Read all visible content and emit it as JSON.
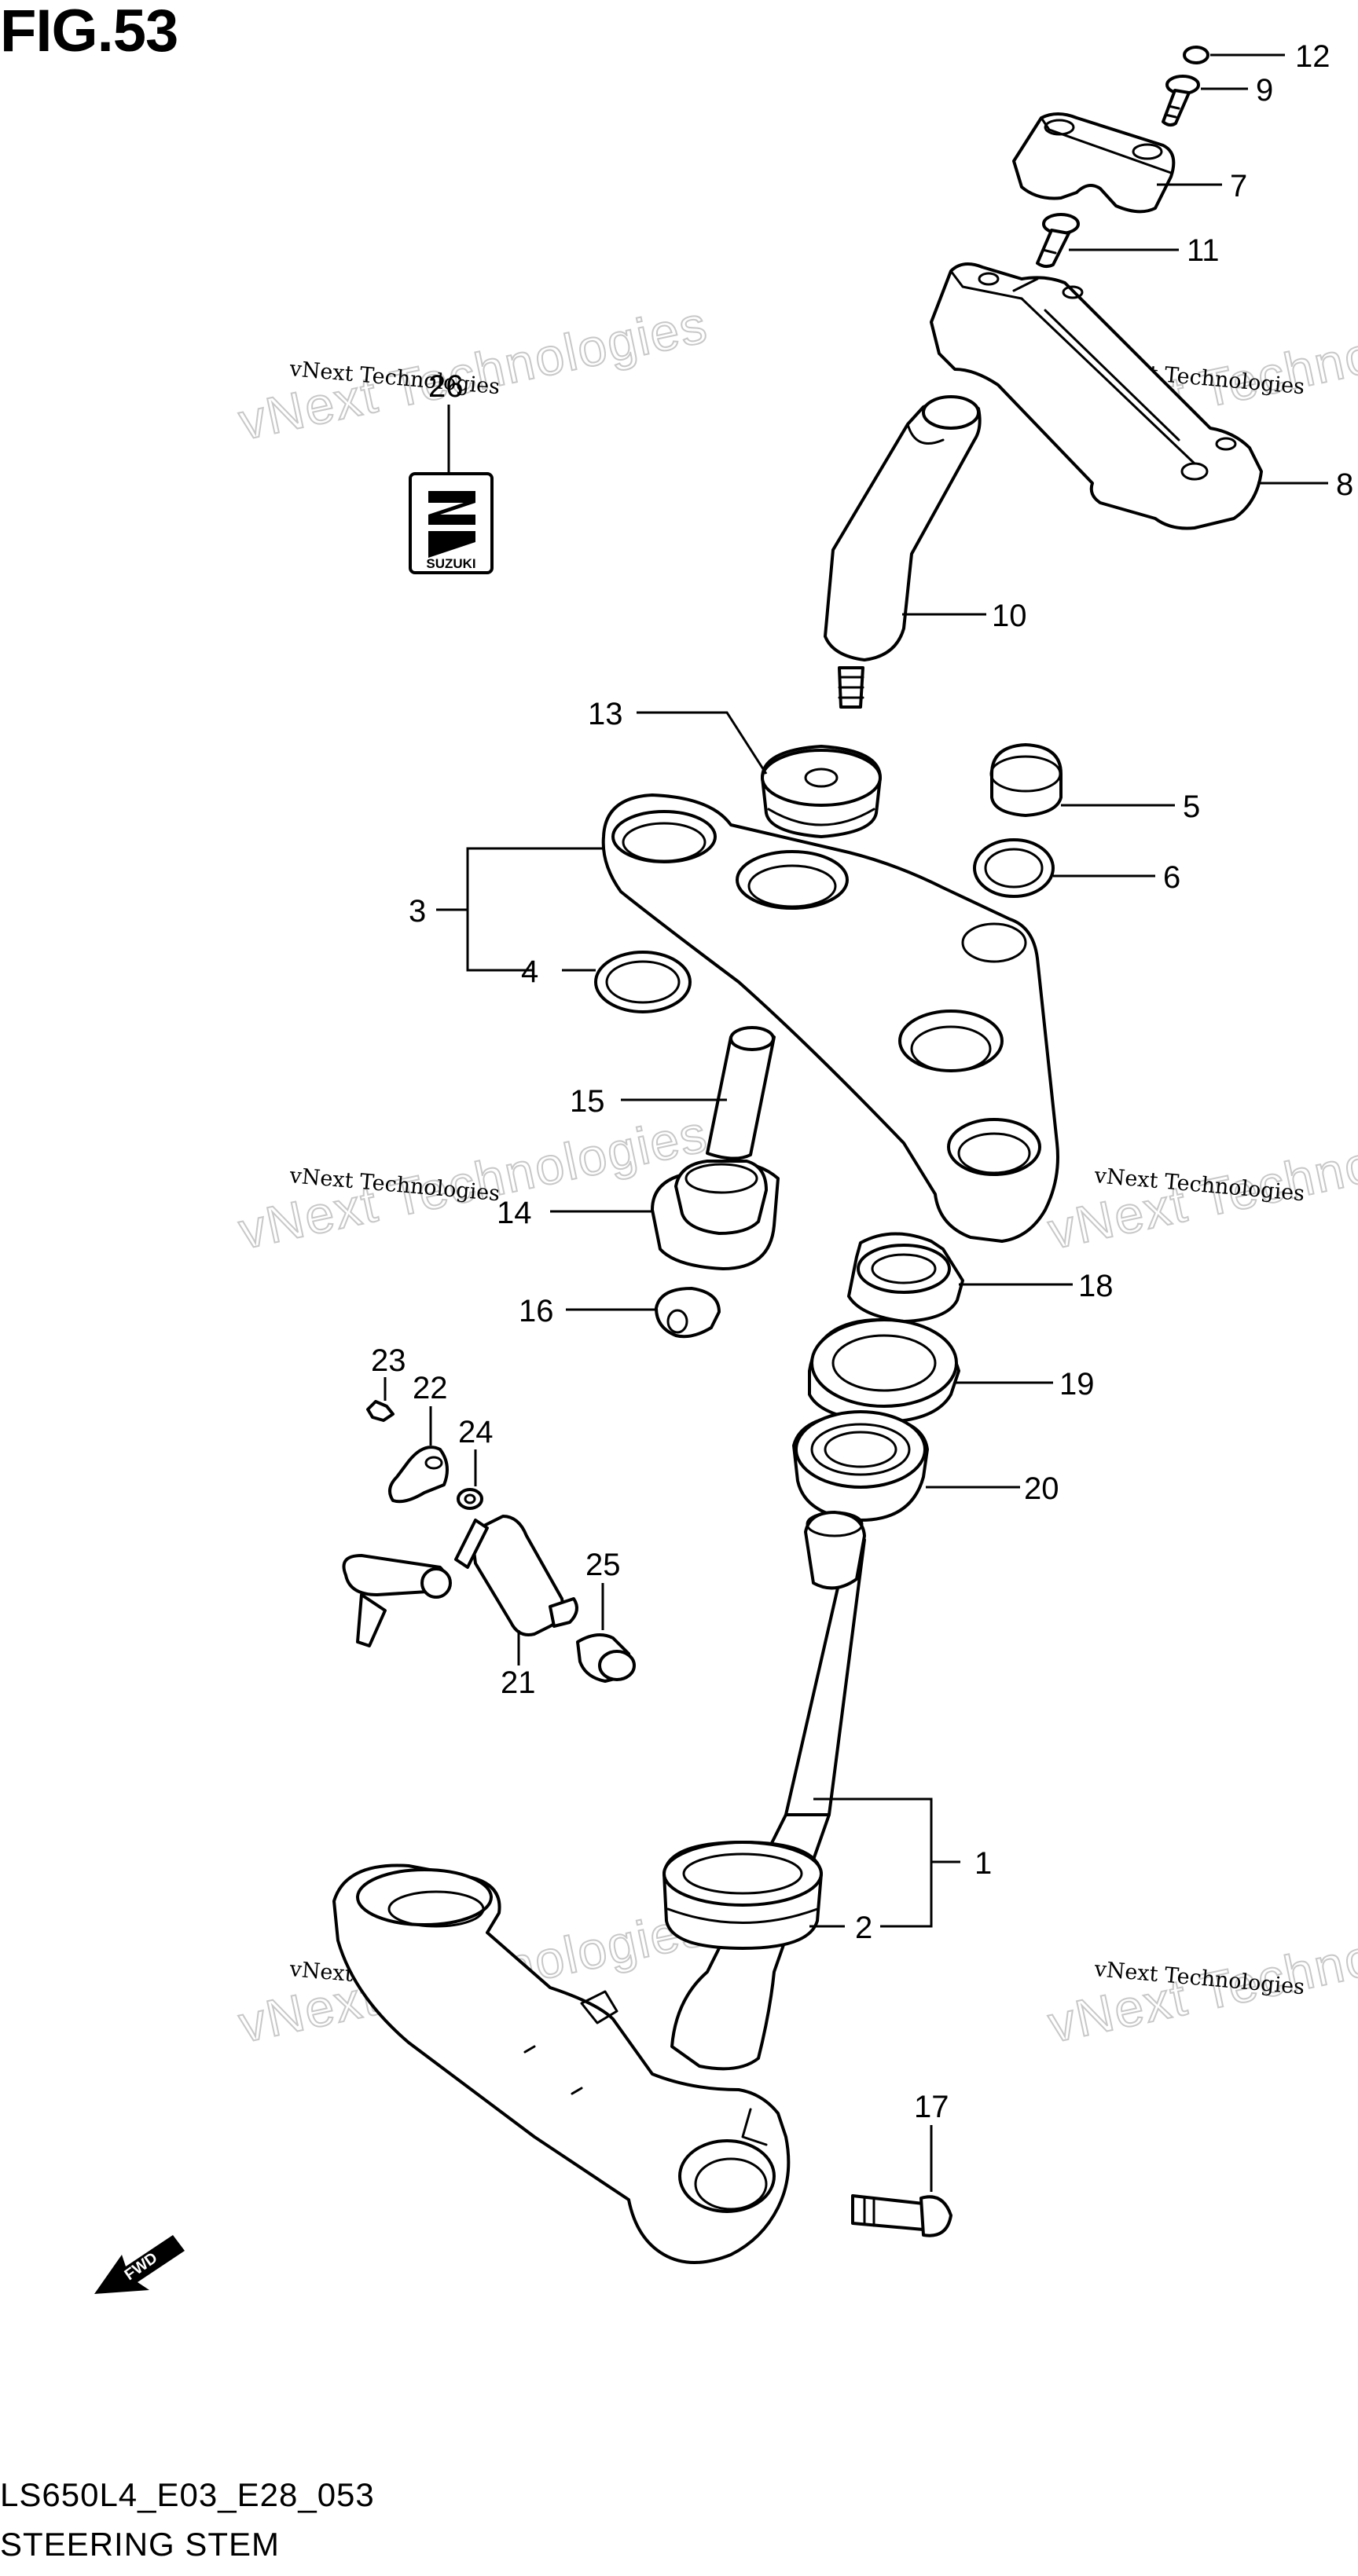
{
  "figure": {
    "title": "FIG.53",
    "model_code": "LS650L4_E03_E28_053",
    "section_title": "STEERING STEM"
  },
  "watermark": {
    "small_text": "vNext Technologies",
    "big_text": "vNext Technologies"
  },
  "callouts": {
    "c1": "1",
    "c2": "2",
    "c3": "3",
    "c4": "4",
    "c5": "5",
    "c6": "6",
    "c7": "7",
    "c8": "8",
    "c9": "9",
    "c10": "10",
    "c11": "11",
    "c12": "12",
    "c13": "13",
    "c14": "14",
    "c15": "15",
    "c16": "16",
    "c17": "17",
    "c18": "18",
    "c19": "19",
    "c20": "20",
    "c21": "21",
    "c22": "22",
    "c23": "23",
    "c24": "24",
    "c25": "25",
    "c26": "26"
  },
  "labels": {
    "emblem_text": "SUZUKI",
    "fwd_arrow_text": "FWD"
  }
}
